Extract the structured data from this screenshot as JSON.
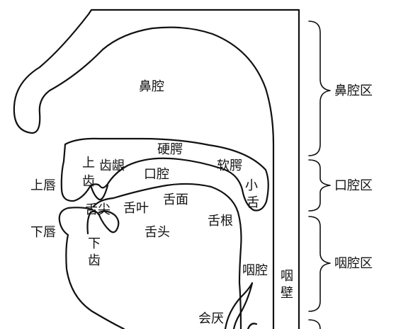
{
  "labels": {
    "nasal_cavity": "鼻腔",
    "hard_palate": "硬腭",
    "upper_teeth_1": "上",
    "upper_teeth_2": "齿",
    "alveolar_ridge": "齿龈",
    "soft_palate": "软腭",
    "oral_cavity": "口腔",
    "uvula_1": "小",
    "uvula_2": "舌",
    "upper_lip": "上唇",
    "tongue_tip": "舌尖",
    "tongue_blade": "舌叶",
    "tongue_front": "舌面",
    "tongue_root": "舌根",
    "lower_lip": "下唇",
    "tongue_body": "舌头",
    "lower_teeth_1": "下",
    "lower_teeth_2": "齿",
    "pharynx": "咽腔",
    "pharynx_wall_1": "咽",
    "pharynx_wall_2": "壁",
    "epiglottis": "会厌"
  },
  "regions": {
    "nasal": "鼻腔区",
    "oral": "口腔区",
    "pharyngeal": "咽腔区"
  }
}
